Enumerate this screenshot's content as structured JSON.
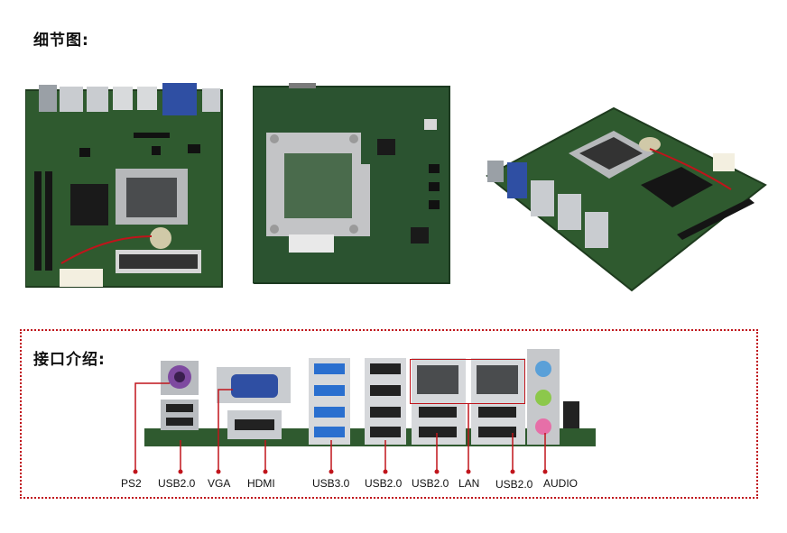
{
  "sections": {
    "detail_title": "细节图:",
    "interface_title": "接口介绍:"
  },
  "ports": {
    "ps2": "PS2",
    "usb20_a": "USB2.0",
    "vga": "VGA",
    "hdmi": "HDMI",
    "usb30": "USB3.0",
    "usb20_b": "USB2.0",
    "usb20_c": "USB2.0",
    "lan": "LAN",
    "usb20_d": "USB2.0",
    "audio": "AUDIO"
  },
  "colors": {
    "accent_red": "#c0141b",
    "pcb_green": "#2f5a2f",
    "vga_blue": "#2f4fa3",
    "usb3_blue": "#2a6fcf"
  }
}
